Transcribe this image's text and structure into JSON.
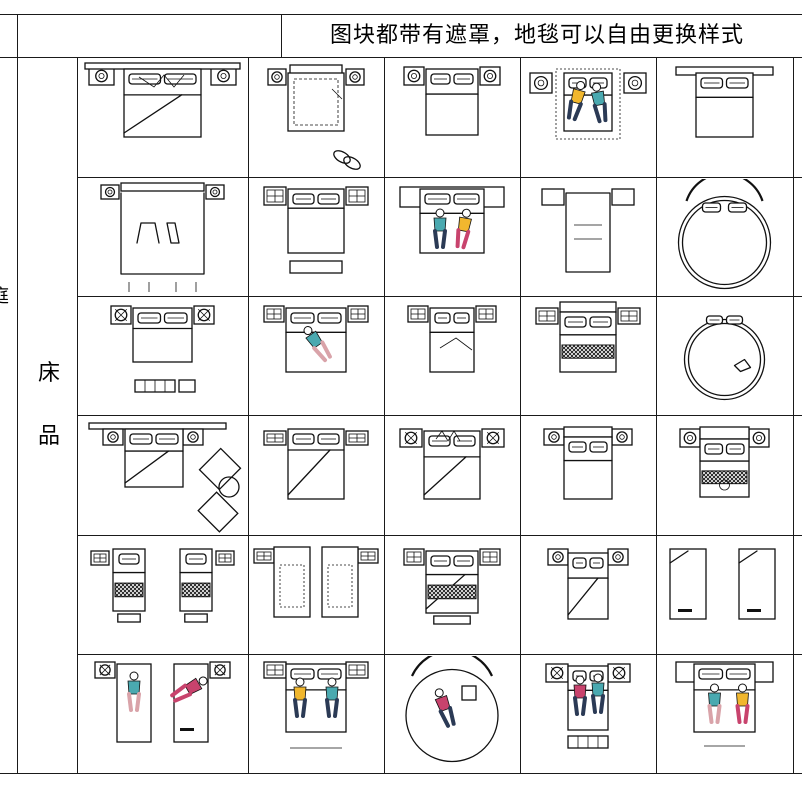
{
  "header": {
    "note": "图块都带有遮罩，地毯可以自由更换样式"
  },
  "left_edge_char": "庭",
  "category": {
    "char_1": "床",
    "char_2": "品"
  },
  "icons": [
    "double-bed-with-nightstands-icon",
    "square-bed-with-slippers-icon",
    "double-bed-icon",
    "bed-with-sleeping-couple-icon",
    "double-bed-icon",
    "bed-with-clothes-icon",
    "double-bed-with-bench-icon",
    "bed-with-sleeping-couple-icon",
    "double-bed-icon",
    "round-bed-icon",
    "double-bed-with-bench-icon",
    "bed-with-sleeping-person-icon",
    "bed-with-sleeping-person-icon",
    "bed-with-knit-blanket-icon",
    "round-bed-with-dog-icon",
    "bed-with-side-chairs-icon",
    "double-bed-icon",
    "double-bed-icon",
    "double-bed-icon",
    "double-bed-icon",
    "twin-beds-icon",
    "twin-beds-icon",
    "bed-with-knit-blanket-icon",
    "double-bed-icon",
    "twin-beds-icon",
    "twin-beds-with-people-icon",
    "bed-with-sleeping-couple-icon",
    "round-bed-with-person-icon",
    "bed-with-sleeping-couple-icon",
    "bed-with-standing-people-icon"
  ]
}
